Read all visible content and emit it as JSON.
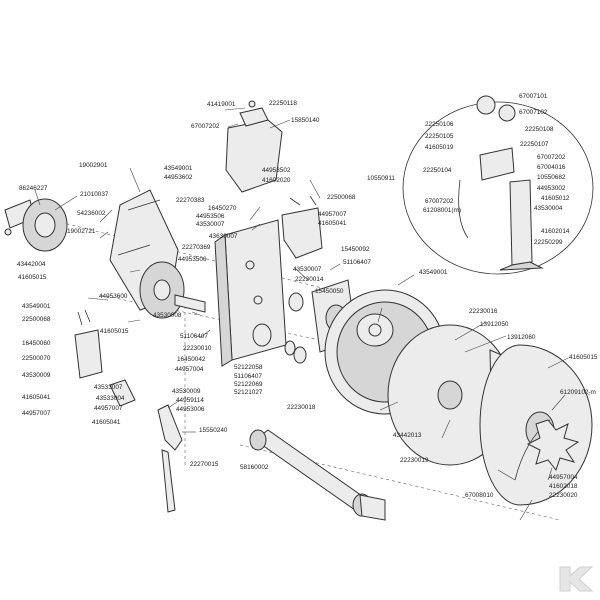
{
  "labels": [
    "41419001",
    "22250118",
    "67007202",
    "15850140",
    "19002901",
    "43549001",
    "44953602",
    "44953502",
    "41602020",
    "86246227",
    "21010037",
    "22270383",
    "22500068",
    "16450270",
    "54236002",
    "44953506",
    "44957007",
    "43530007",
    "41605041",
    "19002721",
    "43630007",
    "15450092",
    "22270369",
    "44953506",
    "51106407",
    "43442004",
    "43530007",
    "43549001",
    "41605015",
    "22230014",
    "15450050",
    "43549001",
    "44953600",
    "43530008",
    "22500068",
    "22230016",
    "41605015",
    "13912050",
    "51106407",
    "13912060",
    "16450060",
    "22230010",
    "22500070",
    "16450042",
    "41605015",
    "44957004",
    "52122058",
    "43530009",
    "51106407",
    "52122069",
    "43533007",
    "43530009",
    "52121027",
    "61209102-m",
    "41605041",
    "43533004",
    "44959114",
    "44957007",
    "44953006",
    "22230018",
    "44957007",
    "41605041",
    "15550240",
    "43442013",
    "58160002",
    "22270015",
    "22230019",
    "44957004",
    "41602018",
    "67008010",
    "22230020",
    "67007101",
    "67007102",
    "22250106",
    "22250108",
    "22250105",
    "22250107",
    "41605019",
    "67007202",
    "22250104",
    "67004016",
    "10550682",
    "10550911",
    "44953002",
    "67007202",
    "41605012",
    "61208001(m)",
    "43530004",
    "41602014",
    "22250299"
  ]
}
